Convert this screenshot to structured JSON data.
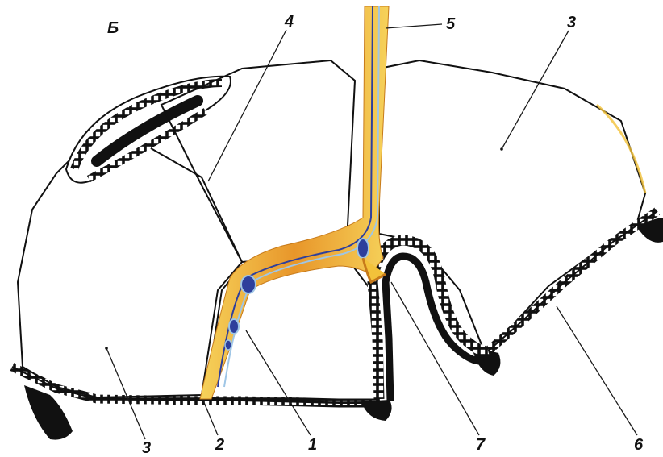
{
  "figure": {
    "panel_letter": "Б",
    "labels": [
      {
        "id": "1",
        "text": "1"
      },
      {
        "id": "2",
        "text": "2"
      },
      {
        "id": "3a",
        "text": "3"
      },
      {
        "id": "3b",
        "text": "3"
      },
      {
        "id": "4",
        "text": "4"
      },
      {
        "id": "5",
        "text": "5"
      },
      {
        "id": "6",
        "text": "6"
      },
      {
        "id": "7",
        "text": "7"
      }
    ]
  },
  "colors": {
    "outline": "#111111",
    "nerve_yellow": "#f3c23a",
    "nerve_orange": "#e8962a",
    "nerve_blue": "#2e3f9c",
    "nerve_light_blue": "#9fc6e6",
    "background": "#ffffff"
  }
}
